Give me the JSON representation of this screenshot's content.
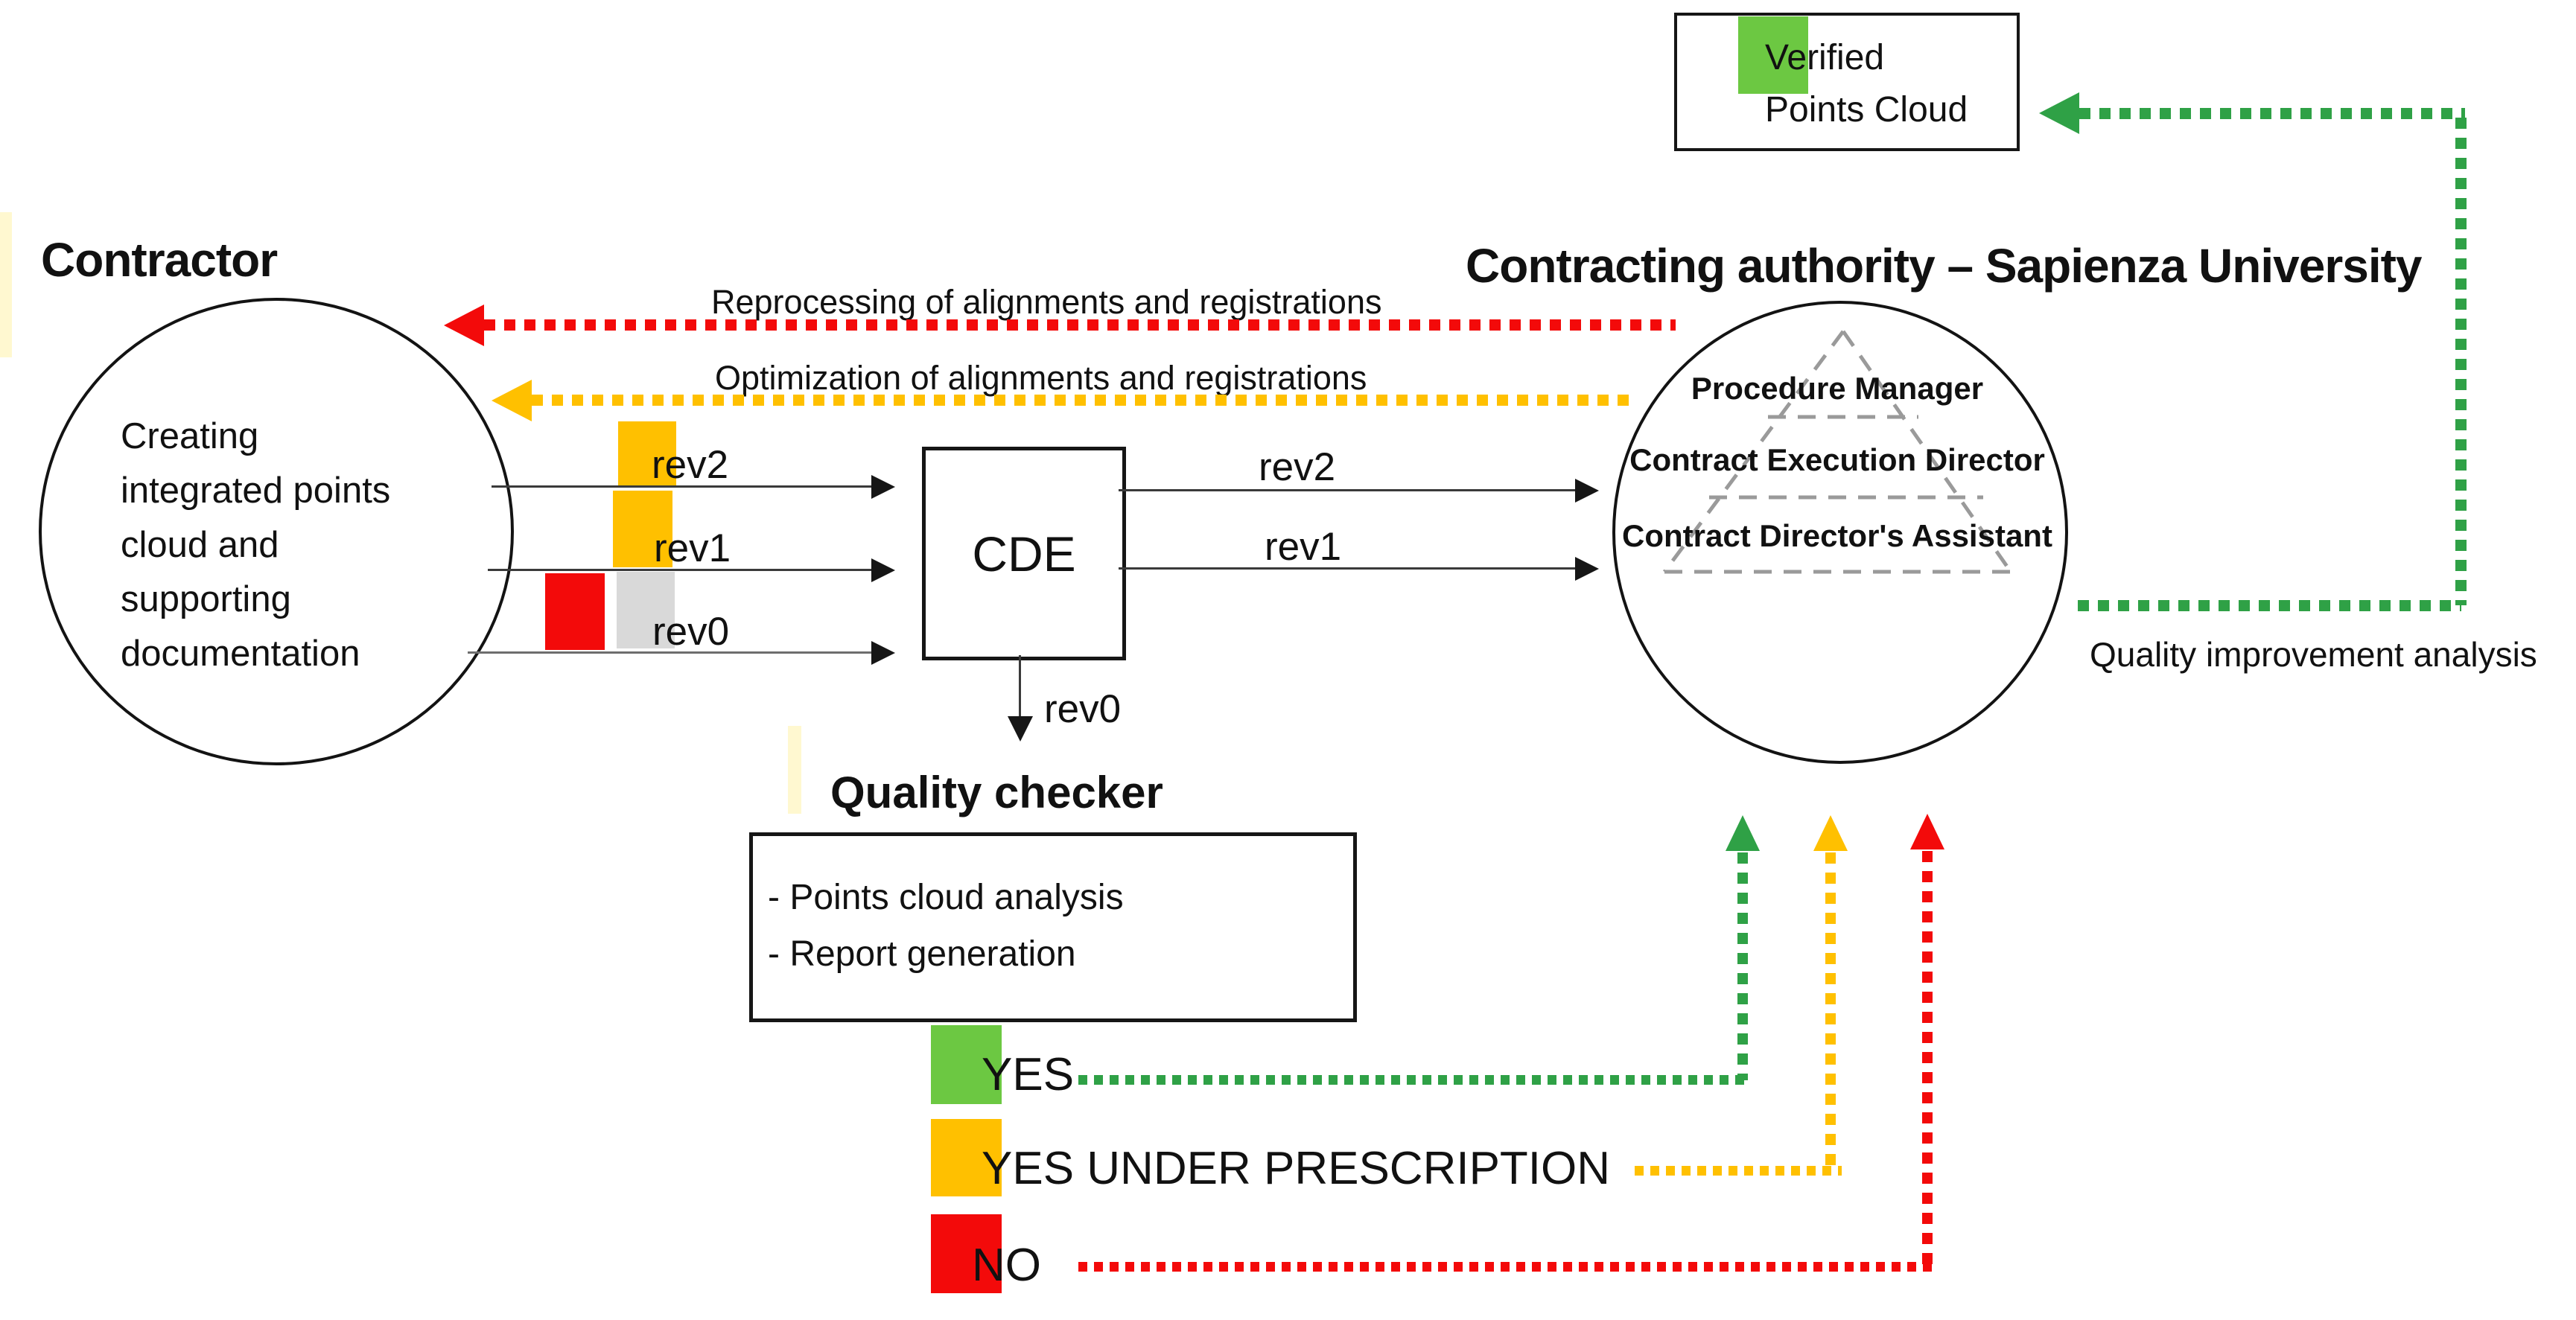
{
  "colors": {
    "green_square": "#6CC842",
    "green_dotted": "#2FA146",
    "yellow": "#FFC000",
    "red": "#F30A0A",
    "gray_square": "#D9D9D9",
    "connector": "#3A3A3A",
    "pyramid_dash": "#9A9A9A"
  },
  "contractor": {
    "title": "Contractor",
    "circle_lines": [
      "Creating",
      "integrated points",
      "cloud and",
      "supporting",
      "documentation"
    ]
  },
  "authority": {
    "title": "Contracting authority – Sapienza University",
    "roles": [
      "Procedure Manager",
      "Contract Execution Director",
      "Contract Director's Assistant"
    ]
  },
  "verified_box": {
    "line1": "Verified",
    "line2": "Points Cloud"
  },
  "cde": {
    "label": "CDE"
  },
  "revisions": {
    "rev2": "rev2",
    "rev1": "rev1",
    "rev0": "rev0"
  },
  "feedback": {
    "red_label": "Reprocessing of alignments and registrations",
    "yellow_label": "Optimization of alignments and registrations",
    "green_label": "Quality improvement analysis"
  },
  "quality_checker": {
    "title": "Quality checker",
    "items": [
      "- Points cloud analysis",
      "- Report generation"
    ]
  },
  "outcomes": [
    {
      "label": "YES",
      "color": "#6CC842"
    },
    {
      "label": "YES UNDER PRESCRIPTION",
      "color": "#FFC000"
    },
    {
      "label": "NO",
      "color": "#F30A0A"
    }
  ]
}
